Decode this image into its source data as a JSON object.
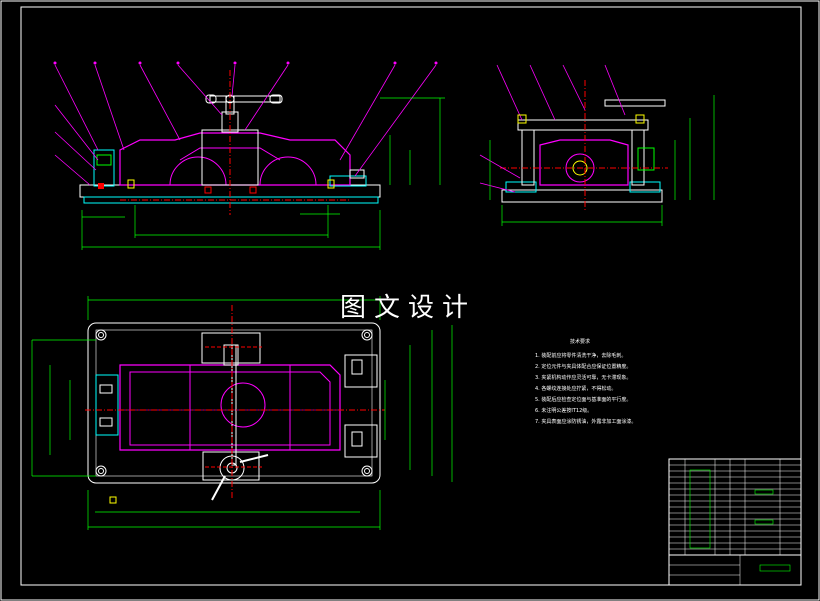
{
  "watermark": "图文设计",
  "colors": {
    "background": "#000000",
    "frame": "#ffffff",
    "part": "#ff00ff",
    "dimension": "#00ff00",
    "centerline": "#ff0000",
    "leader": "#ff00ff",
    "yellow": "#ffff00",
    "cyan": "#00ffff"
  },
  "tech_notes": {
    "title": "技术要求",
    "lines": [
      "1. 装配前应将零件清洗干净，去除毛刺。",
      "2. 定位元件与夹具体配合应保证位置精度。",
      "3. 夹紧机构动作应灵活可靠，无卡滞现象。",
      "4. 各螺纹连接处应拧紧，不得松动。",
      "5. 装配后应检查定位面与基准面的平行度。",
      "6. 未注明公差按IT12级。",
      "7. 夹具表面应涂防锈油，外露非加工面涂漆。"
    ]
  }
}
